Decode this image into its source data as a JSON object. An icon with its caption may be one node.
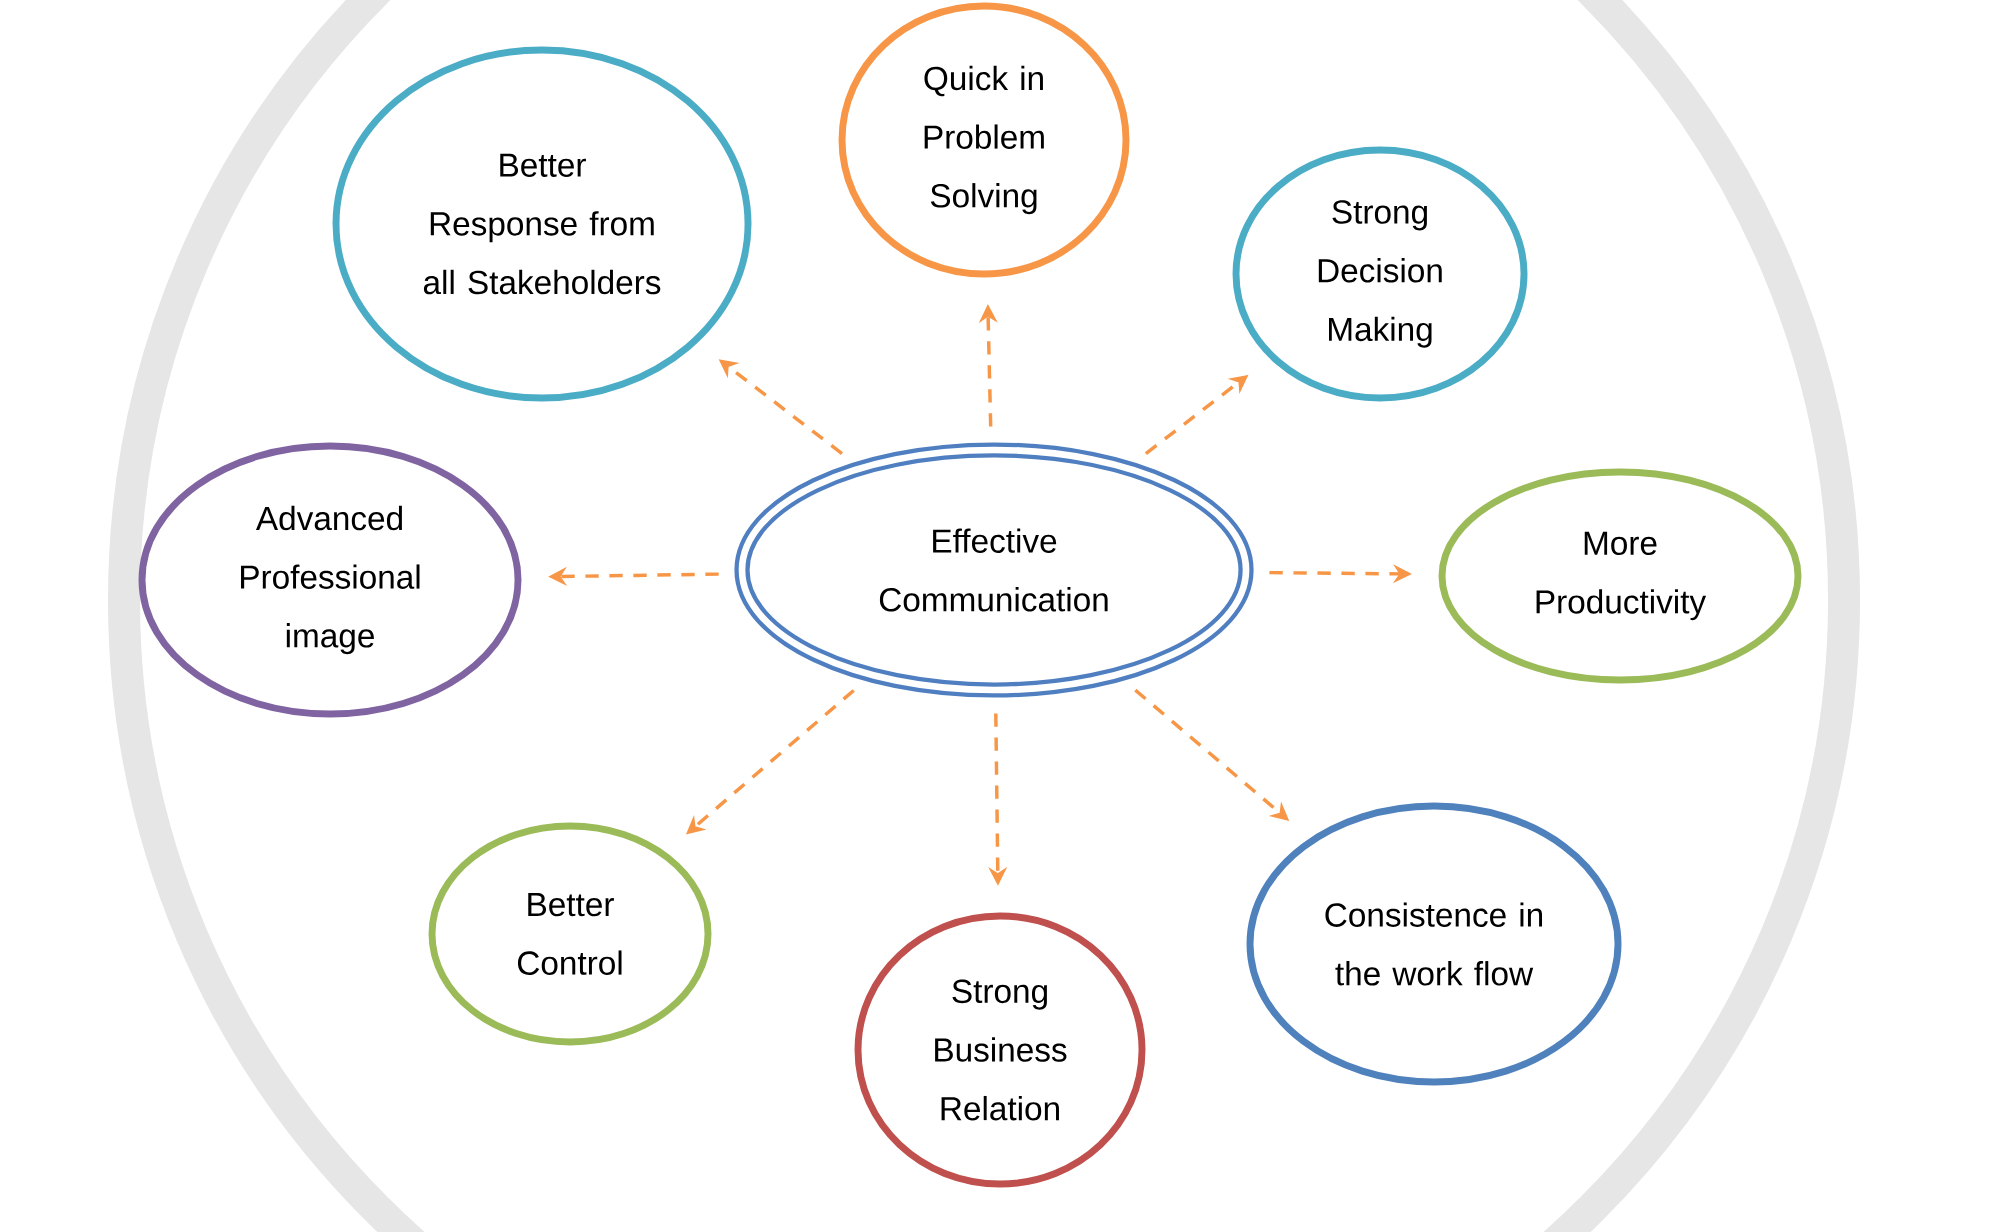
{
  "diagram": {
    "nodes": [
      {
        "text": [
          "Effective Communication"
        ]
      },
      {
        "text": [
          "Better Response from all Stakeholders"
        ]
      },
      {
        "text": [
          "Quick in Problem Solving"
        ]
      },
      {
        "text": [
          "Strong Decision Making"
        ]
      },
      {
        "text": [
          "Advanced Professional image"
        ]
      },
      {
        "text": [
          "More Productivity"
        ]
      },
      {
        "text": [
          "Better Control"
        ]
      },
      {
        "text": [
          "Strong Business Relation"
        ]
      },
      {
        "text": [
          "Consistence in the work flow"
        ]
      }
    ],
    "edges": [
      {
        "from": 0,
        "to": 1,
        "arrow": "to",
        "style": "dashed"
      },
      {
        "from": 0,
        "to": 2,
        "arrow": "to",
        "style": "dashed"
      },
      {
        "from": 0,
        "to": 3,
        "arrow": "to",
        "style": "dashed"
      },
      {
        "from": 0,
        "to": 4,
        "arrow": "to",
        "style": "dashed"
      },
      {
        "from": 0,
        "to": 5,
        "arrow": "to",
        "style": "dashed"
      },
      {
        "from": 0,
        "to": 6,
        "arrow": "to",
        "style": "dashed"
      },
      {
        "from": 0,
        "to": 7,
        "arrow": "to",
        "style": "dashed"
      },
      {
        "from": 0,
        "to": 8,
        "arrow": "to",
        "style": "dashed"
      }
    ]
  }
}
